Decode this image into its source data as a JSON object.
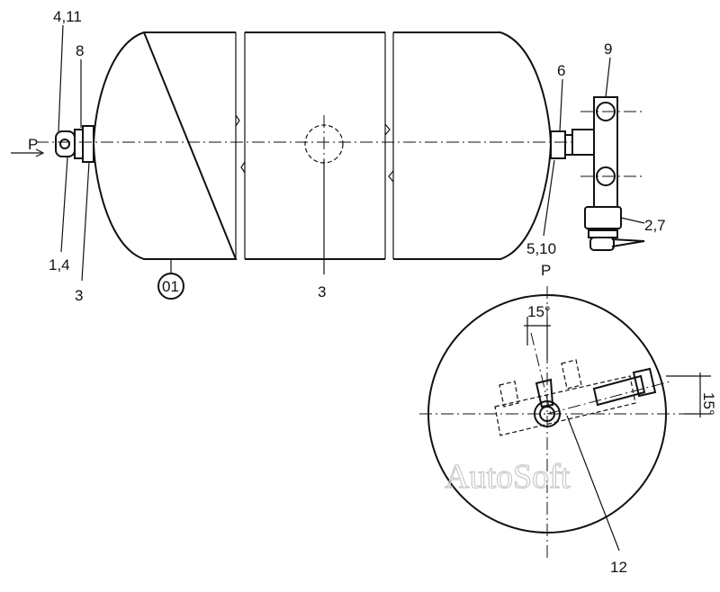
{
  "labels": {
    "l_4_11": "4,11",
    "l_8": "8",
    "l_p_left": "P",
    "l_1_4": "1,4",
    "l_3_left": "3",
    "l_01": "01",
    "l_3_center": "3",
    "l_6": "6",
    "l_9": "9",
    "l_2_7": "2,7",
    "l_5_10": "5,10",
    "l_p_view": "P",
    "l_15_top": "15°",
    "l_15_right": "15°",
    "l_12": "12"
  },
  "watermark": "AutoSoft"
}
